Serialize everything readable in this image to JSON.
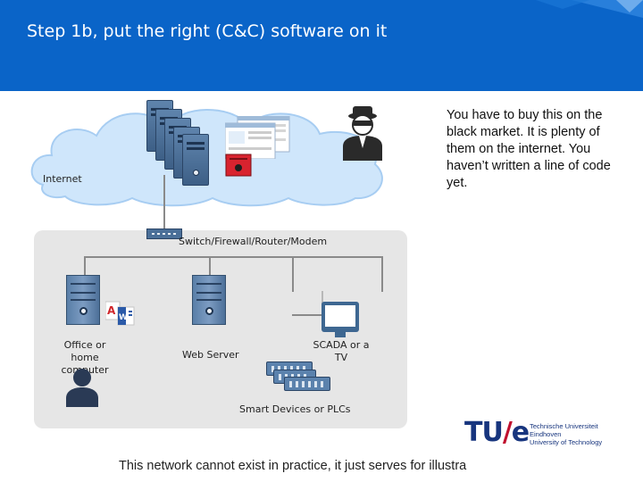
{
  "slide": {
    "title": "Step 1b, put the right (C&C) software on it",
    "note": "You have to buy this on the black market. It is plenty of them on the internet. You haven’t written a line of code yet.",
    "footer": "This network cannot exist in practice, it just serves for illustra"
  },
  "labels": {
    "internet": "Internet",
    "switch": "Switch/Firewall/Router/Modem",
    "office_line1": "Office or",
    "office_line2": "home",
    "office_line3": "computer",
    "web_server": "Web Server",
    "scada_line1": "SCADA or a",
    "scada_line2": "TV",
    "smart_devices": "Smart Devices or PLCs"
  },
  "logo": {
    "mark_a": "TU",
    "mark_slash": "/",
    "mark_b": "e",
    "line1": "Technische Universiteit",
    "line2": "Eindhoven",
    "line3": "University of Technology"
  },
  "colors": {
    "header": "#0a64c8",
    "cloud": "#cfe6fb",
    "lan_background": "#e6e6e6",
    "device": "#4f76a1",
    "logo_blue": "#17357e",
    "logo_red": "#c0102e"
  },
  "icons": [
    "computer-tower-icon",
    "server-icon",
    "hacker-icon",
    "user-icon",
    "monitor-icon",
    "plc-icon",
    "document-icons",
    "browser-window-icon"
  ]
}
